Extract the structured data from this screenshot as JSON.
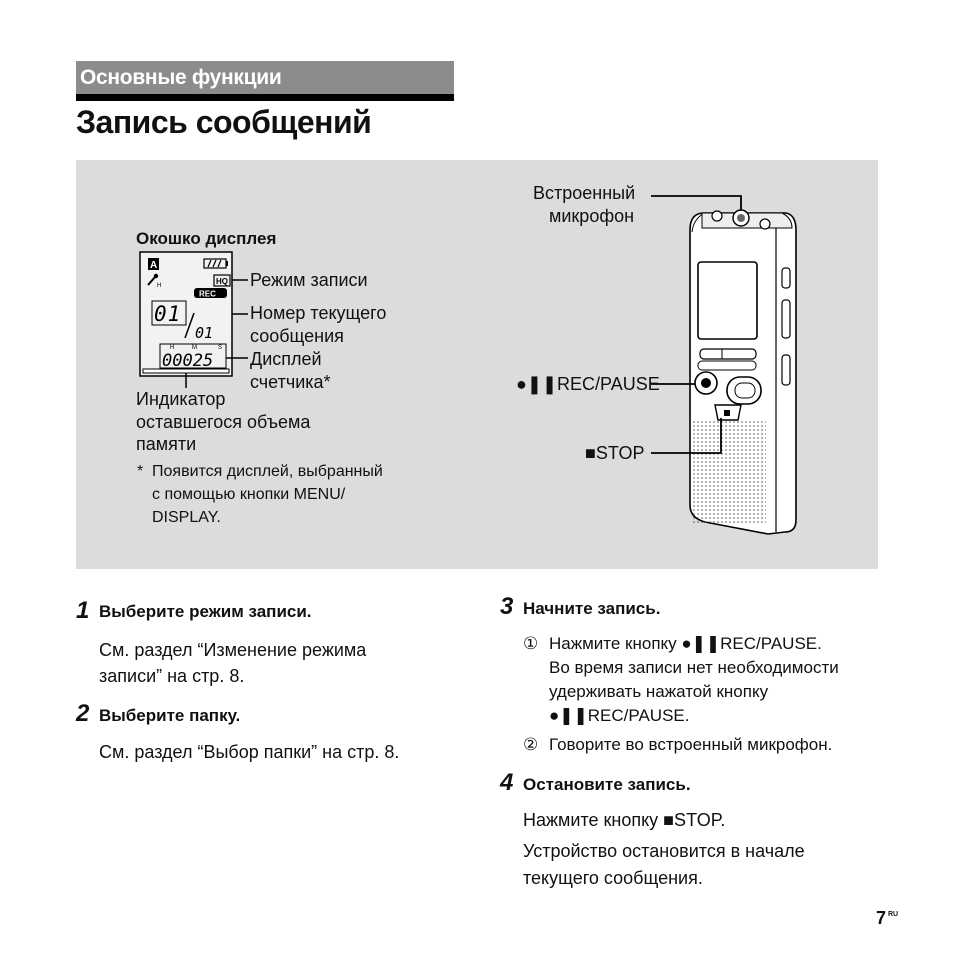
{
  "header": {
    "section_label": "Основные функции",
    "page_title": "Запись сообщений"
  },
  "figure": {
    "display_title": "Окошко дисплея",
    "display_screen": {
      "folder_letter": "A",
      "rec_badge": "REC",
      "hq_badge": "HQ",
      "message_number": "01",
      "total_messages": "01",
      "counter_value": "00025",
      "counter_units": [
        "H",
        "M",
        "S"
      ]
    },
    "labels": {
      "rec_mode": "Режим записи",
      "current_message_line1": "Номер текущего",
      "current_message_line2": "сообщения",
      "counter_line1": "Дисплей",
      "counter_line2": "счетчика*",
      "memory_line1": "Индикатор",
      "memory_line2": "оставшегося объема",
      "memory_line3": "памяти",
      "mic_line1": "Встроенный",
      "mic_line2": "микрофон",
      "rec_pause": "●❚❚REC/PAUSE",
      "stop": "■STOP"
    },
    "footnote": {
      "mark": "*",
      "line1": "Появится дисплей, выбранный",
      "line2": "с помощью кнопки MENU/",
      "line3": "DISPLAY."
    }
  },
  "steps": [
    {
      "number": "1",
      "title": "Выберите режим записи.",
      "lines": [
        "См. раздел “Изменение режима",
        "записи” на стр. 8."
      ]
    },
    {
      "number": "2",
      "title": "Выберите папку.",
      "lines": [
        "См. раздел “Выбор папки” на стр. 8."
      ]
    },
    {
      "number": "3",
      "title": "Начните запись.",
      "sub1_mark": "①",
      "sub1_lines": [
        "Нажмите кнопку ●❚❚REC/PAUSE.",
        "Во время записи нет необходимости",
        "удерживать нажатой кнопку",
        "●❚❚REC/PAUSE."
      ],
      "sub2_mark": "②",
      "sub2_text": "Говорите во встроенный микрофон."
    },
    {
      "number": "4",
      "title": "Остановите запись.",
      "line1": "Нажмите кнопку ■STOP.",
      "line2a": "Устройство остановится в начале",
      "line2b": "текущего сообщения."
    }
  ],
  "footer": {
    "page_number": "7",
    "page_suffix": "RU"
  }
}
